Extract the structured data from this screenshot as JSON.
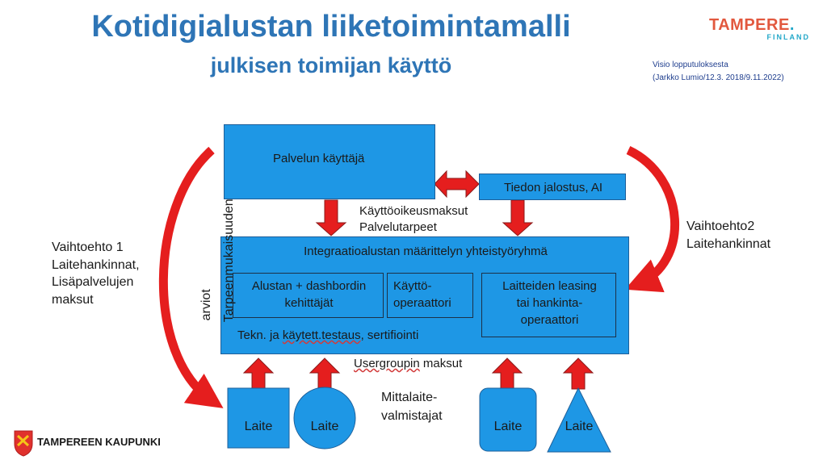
{
  "title": {
    "main": "Kotidigialustan liiketoimintamalli",
    "sub": "julkisen toimijan käyttö"
  },
  "brand": {
    "logo_word": "TAMPERE",
    "logo_dot": ".",
    "logo_sub": "FINLAND",
    "footer": "TAMPEREEN KAUPUNKI",
    "accent": "#E2583E",
    "blue": "#1E97E5",
    "arrow_red": "#E51E1E"
  },
  "note": {
    "line1": "Visio lopputuloksesta",
    "line2": "(Jarkko Lumio/12.3. 2018/9.11.2022)"
  },
  "boxes": {
    "user": "Palvelun käyttäjä",
    "ai": "Tiedon jalostus, AI",
    "group_title": "Integraatioalustan määrittelyn yhteistyöryhmä",
    "platform_line1": "Alustan + dashbordin",
    "platform_line2": "kehittäjät",
    "operators_line1": "Käyttö-",
    "operators_line2": "operaattori",
    "leasing_line1": "Laitteiden leasing",
    "leasing_line2": "tai hankinta-",
    "leasing_line3": "operaattori",
    "testing_prefix": "Tekn. ja ",
    "testing_underlined": "käytett.testaus",
    "testing_suffix": ", sertifiointi"
  },
  "labels": {
    "fees1": "Käyttöoikeusmaksut",
    "fees2": "Palvelutarpeet",
    "usergroup_underlined": "Usergroupin",
    "usergroup_rest": " maksut",
    "alt1": [
      "Vaihtoehto 1",
      "Laitehankinnat,",
      "Lisäpalvelujen",
      "maksut"
    ],
    "alt2": [
      "Vaihtoehto2",
      "Laitehankinnat"
    ],
    "vertical1": "Tarpeenmukaisuuden",
    "vertical2": "arviot",
    "manufacturers1": "Mittalaite-",
    "manufacturers2": "valmistajat"
  },
  "devices": [
    "Laite",
    "Laite",
    "Laite",
    "Laite"
  ]
}
